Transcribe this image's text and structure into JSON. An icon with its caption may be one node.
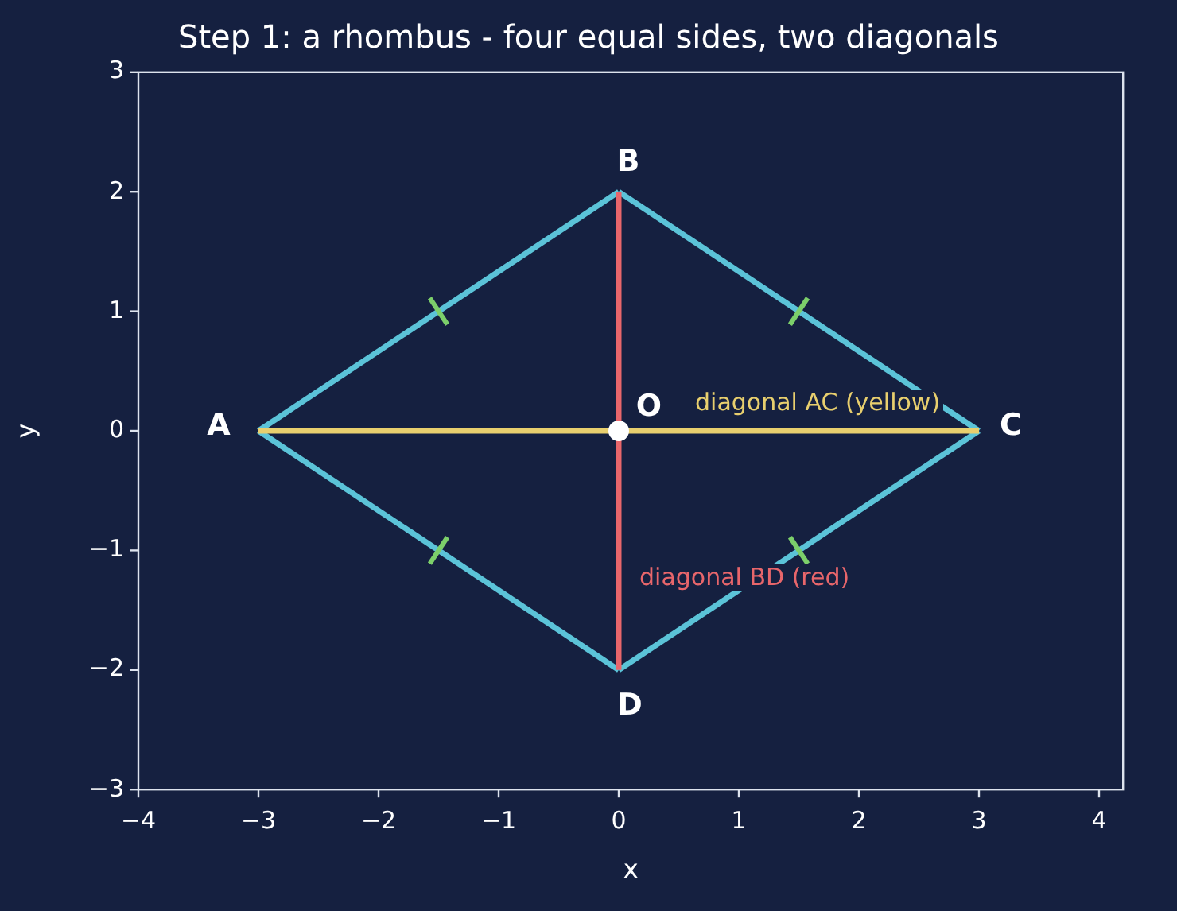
{
  "diagram": {
    "title": "Step 1: a rhombus - four equal sides, two diagonals",
    "nodes": [
      {
        "text": [
          "A"
        ]
      },
      {
        "text": [
          "B"
        ]
      },
      {
        "text": [
          "C"
        ]
      },
      {
        "text": [
          "D"
        ]
      },
      {
        "text": [
          "O"
        ]
      }
    ],
    "edges": [
      {
        "from": 0,
        "to": 1,
        "arrow": "none"
      },
      {
        "from": 1,
        "to": 2,
        "arrow": "none"
      },
      {
        "from": 2,
        "to": 3,
        "arrow": "none"
      },
      {
        "from": 3,
        "to": 0,
        "arrow": "none"
      },
      {
        "from": 0,
        "to": 2,
        "arrow": "none",
        "label": "diagonal AC (yellow)",
        "color": "#e8cf6e"
      },
      {
        "from": 1,
        "to": 3,
        "arrow": "none",
        "label": "diagonal BD (red)",
        "color": "#e8666b"
      }
    ],
    "labels": [
      "3",
      "2",
      "1",
      "0",
      "−1",
      "−2",
      "−3",
      "y",
      "−4",
      "−3",
      "−2",
      "−1",
      "0",
      "1",
      "2",
      "3",
      "4",
      "x"
    ]
  }
}
